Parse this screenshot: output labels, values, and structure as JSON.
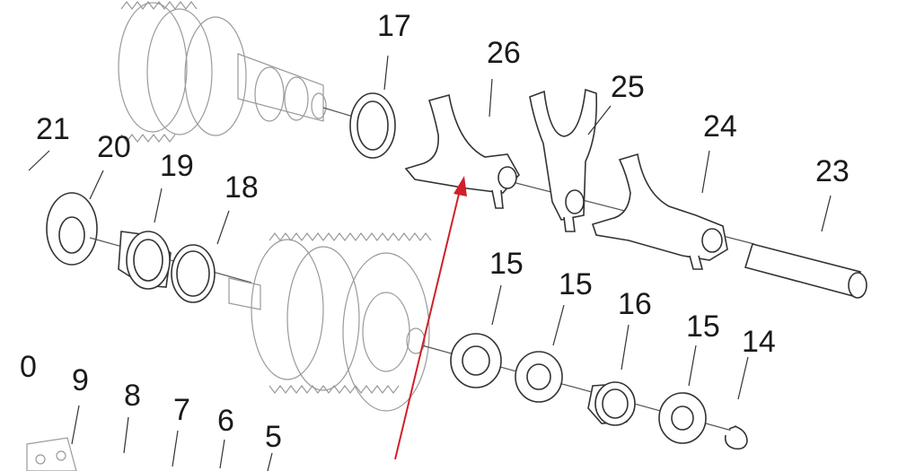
{
  "diagram": {
    "callouts": [
      "17",
      "26",
      "25",
      "24",
      "23",
      "21",
      "20",
      "19",
      "18",
      "15",
      "15",
      "16",
      "15",
      "14",
      "0",
      "9",
      "8",
      "7",
      "6",
      "5"
    ],
    "arrow_color": "#d0202a",
    "line_color": "#333333"
  }
}
